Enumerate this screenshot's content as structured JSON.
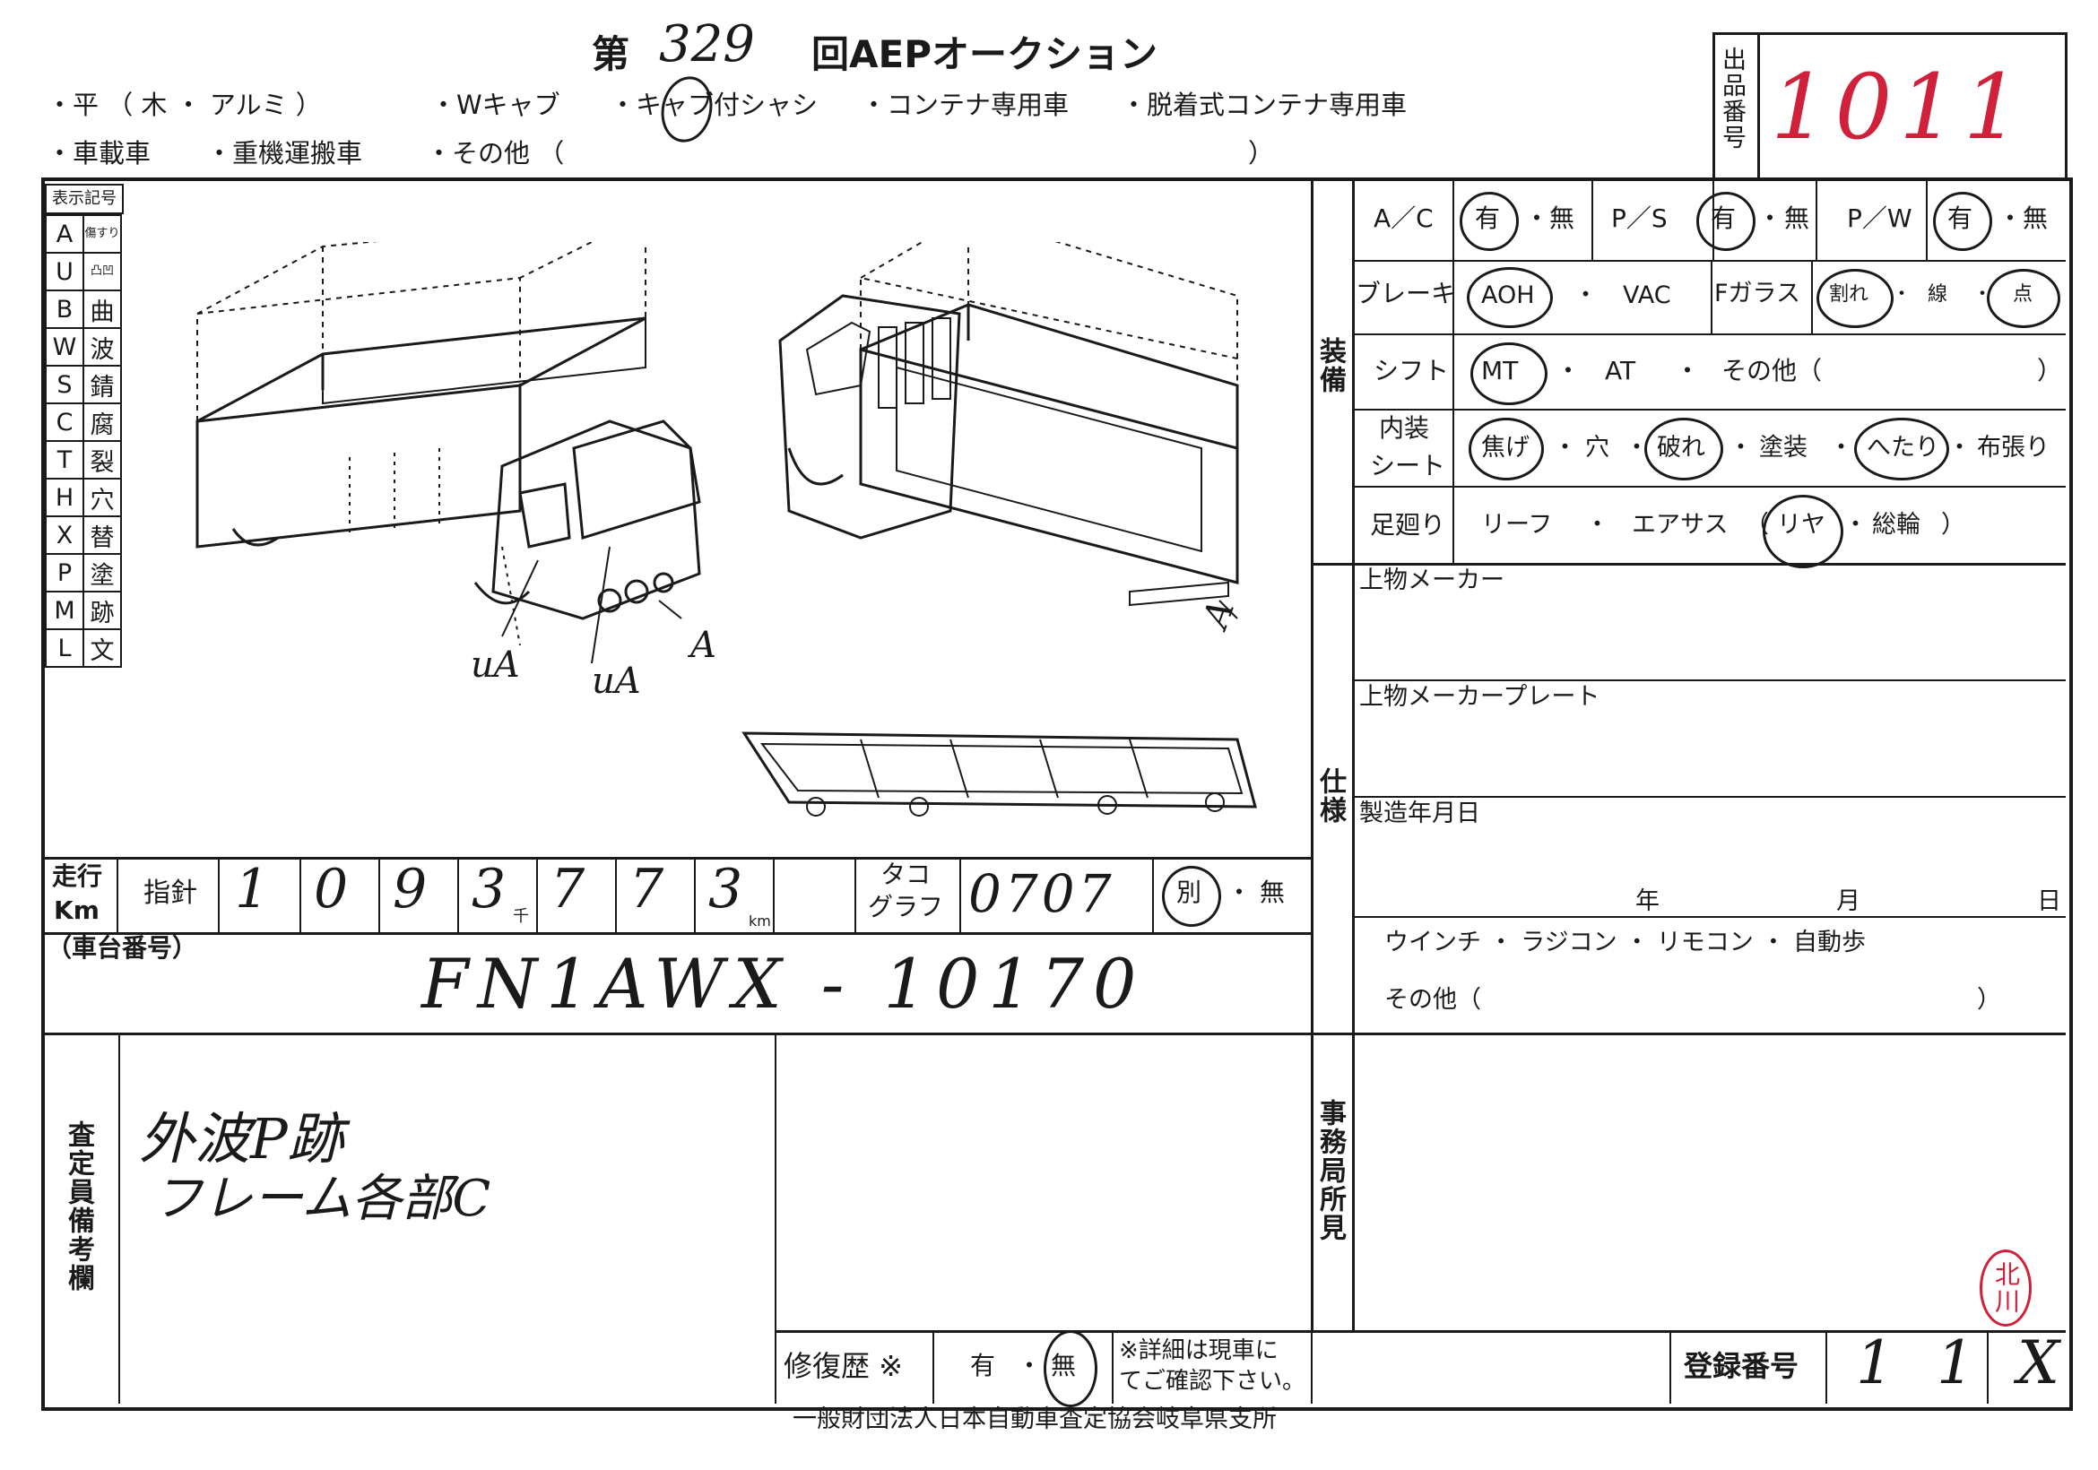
{
  "header": {
    "title_prefix": "第",
    "round_number": "329",
    "title_suffix": "回AEPオークション",
    "body_types_row1": [
      "・平 （ 木 ・ アルミ ）",
      "・Wキャブ",
      "・キャブ付シャシ",
      "・コンテナ専用車",
      "・脱着式コンテナ専用車"
    ],
    "body_types_row2": [
      "・車載車",
      "・重機運搬車",
      "・その他 （",
      "）"
    ],
    "lot_label": "出品番号",
    "lot_number": "1011"
  },
  "legend": {
    "title": "表示記号",
    "rows": [
      {
        "code": "A",
        "meaning": "傷すり"
      },
      {
        "code": "U",
        "meaning": "凸凹"
      },
      {
        "code": "B",
        "meaning": "曲"
      },
      {
        "code": "W",
        "meaning": "波"
      },
      {
        "code": "S",
        "meaning": "錆"
      },
      {
        "code": "C",
        "meaning": "腐"
      },
      {
        "code": "T",
        "meaning": "裂"
      },
      {
        "code": "H",
        "meaning": "穴"
      },
      {
        "code": "X",
        "meaning": "替"
      },
      {
        "code": "P",
        "meaning": "塗"
      },
      {
        "code": "M",
        "meaning": "跡"
      },
      {
        "code": "L",
        "meaning": "文"
      }
    ]
  },
  "diagram": {
    "marks": [
      "uA",
      "uA",
      "A",
      "A"
    ]
  },
  "equipment": {
    "section_label": "装備",
    "ac": {
      "label": "A／C",
      "options": [
        "有",
        "・",
        "無"
      ]
    },
    "ps": {
      "label": "P／S",
      "options": [
        "有",
        "・",
        "無"
      ]
    },
    "pw": {
      "label": "P／W",
      "options": [
        "有",
        "・",
        "無"
      ]
    },
    "brake": {
      "label": "ブレーキ",
      "options": [
        "AOH",
        "・",
        "VAC"
      ]
    },
    "fglass": {
      "label": "Fガラス",
      "options": [
        "割れ",
        "・",
        "線",
        "・",
        "点"
      ]
    },
    "shift": {
      "label": "シフト",
      "options": [
        "MT",
        "・",
        "AT",
        "・",
        "その他（",
        "）"
      ]
    },
    "interior": {
      "label1": "内装",
      "label2": "シート",
      "options": [
        "焦げ",
        "・",
        "穴",
        "・",
        "破れ",
        "・",
        "塗装",
        "・",
        "へたり",
        "・",
        "布張り"
      ]
    },
    "suspension": {
      "label": "足廻り",
      "options": [
        "リーフ",
        "・",
        "エアサス",
        "（",
        "リヤ",
        "・",
        "総輪",
        "）"
      ]
    }
  },
  "spec": {
    "section_label": "仕様",
    "body_maker": "上物メーカー",
    "body_maker_plate": "上物メーカープレート",
    "manufactured": "製造年月日",
    "year": "年",
    "month": "月",
    "day": "日",
    "extras": "ウインチ ・ ラジコン ・ リモコン ・ 自動歩",
    "other": "その他（",
    "other_close": "）"
  },
  "mileage": {
    "label1": "走行",
    "label2": "Km",
    "needle_label": "指針",
    "digits": [
      "1",
      "0",
      "9",
      "3",
      "7",
      "7",
      "3",
      ""
    ],
    "thousand_unit": "千",
    "km_unit": "km",
    "tacho_label1": "タコ",
    "tacho_label2": "グラフ",
    "tacho_value": "0707",
    "tacho_options": [
      "別",
      "・",
      "無"
    ]
  },
  "chassis": {
    "label": "（車台番号）",
    "value": "FN1AWX - 10170"
  },
  "remarks": {
    "inspector_label": "査定員備考欄",
    "line1": "外波P跡",
    "line2": "フレーム各部C",
    "office_label": "事務局所見",
    "stamp": "北川"
  },
  "repair": {
    "label": "修復歴 ※",
    "options": [
      "有",
      "・",
      "無"
    ],
    "note1": "※詳細は現車に",
    "note2": "てご確認下さい。"
  },
  "registration": {
    "label": "登録番号",
    "value": "11X"
  },
  "footer": {
    "issuer": "一般財団法人日本自動車査定協会岐阜県支所"
  }
}
